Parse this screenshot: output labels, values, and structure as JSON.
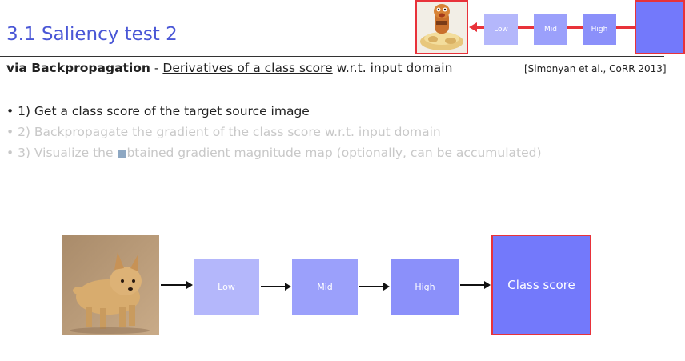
{
  "slide": {
    "title": "3.1 Saliency test 2",
    "subtitle_bold": "via Backpropagation",
    "subtitle_dash": " - ",
    "subtitle_underlined": "Derivatives of a class score",
    "subtitle_rest": " w.r.t. input domain",
    "citation": "[Simonyan et al., CoRR 2013]"
  },
  "bullets": {
    "b1": "• 1) Get a class score of the target source image",
    "b2": "• 2) Backpropagate the gradient of the class score w.r.t. input domain",
    "b3_before": "• 3) Visualize the ",
    "b3_after": "btained gradient magnitude map (optionally, can be accumulated)"
  },
  "diagram": {
    "low": "Low",
    "mid": "Mid",
    "high": "High",
    "class_score": "Class score"
  },
  "mini_diagram": {
    "low": "Low",
    "mid": "Mid",
    "high": "High"
  },
  "colors": {
    "title": "#4a57d6",
    "low": "#b4b7fb",
    "mid": "#9ba0fb",
    "high": "#8b90fa",
    "class_score": "#7379fb",
    "highlight": "#e8323a"
  },
  "images": {
    "dog": "dog-photo",
    "toy": "toy-figure-photo"
  }
}
